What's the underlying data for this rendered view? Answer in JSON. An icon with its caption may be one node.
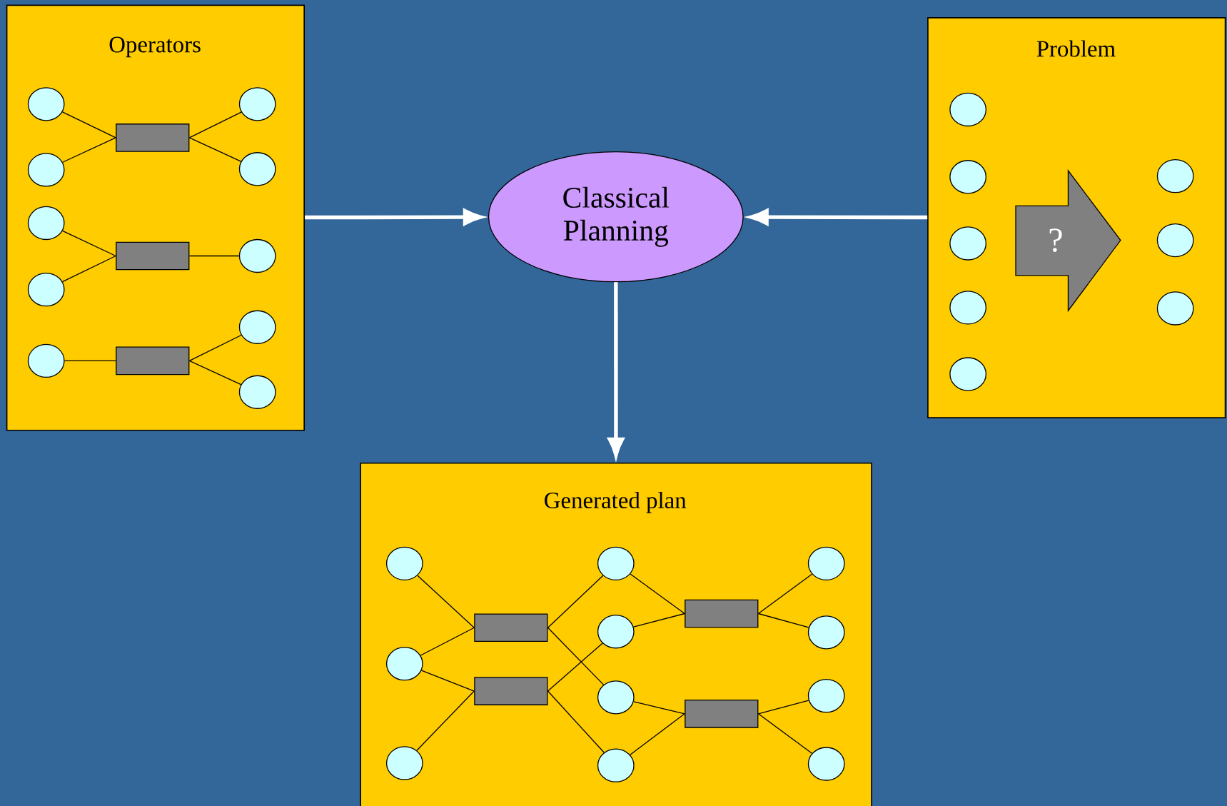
{
  "diagram": {
    "nodes": [
      {
        "text": [
          "Operators"
        ]
      },
      {
        "text": [],
        "shape": "circle",
        "in": 0
      },
      {
        "text": [],
        "shape": "circle",
        "in": 0
      },
      {
        "text": [],
        "shape": "box",
        "in": 0
      },
      {
        "text": [],
        "shape": "circle",
        "in": 0
      },
      {
        "text": [],
        "shape": "circle",
        "in": 0
      },
      {
        "text": [],
        "shape": "circle",
        "in": 0
      },
      {
        "text": [],
        "shape": "circle",
        "in": 0
      },
      {
        "text": [],
        "shape": "box",
        "in": 0
      },
      {
        "text": [],
        "shape": "circle",
        "in": 0
      },
      {
        "text": [],
        "shape": "circle",
        "in": 0
      },
      {
        "text": [],
        "shape": "box",
        "in": 0
      },
      {
        "text": [],
        "shape": "circle",
        "in": 0
      },
      {
        "text": [],
        "shape": "circle",
        "in": 0
      },
      {
        "text": [
          "Classical Planning"
        ]
      },
      {
        "text": [
          "Problem"
        ]
      },
      {
        "text": [],
        "shape": "circle",
        "in": 15
      },
      {
        "text": [],
        "shape": "circle",
        "in": 15
      },
      {
        "text": [],
        "shape": "circle",
        "in": 15
      },
      {
        "text": [],
        "shape": "circle",
        "in": 15
      },
      {
        "text": [],
        "shape": "circle",
        "in": 15
      },
      {
        "text": [
          "?"
        ],
        "in": 15
      },
      {
        "text": [],
        "shape": "circle",
        "in": 15
      },
      {
        "text": [],
        "shape": "circle",
        "in": 15
      },
      {
        "text": [],
        "shape": "circle",
        "in": 15
      },
      {
        "text": [
          "Generated plan"
        ]
      },
      {
        "text": [],
        "shape": "circle",
        "in": 25
      },
      {
        "text": [],
        "shape": "circle",
        "in": 25
      },
      {
        "text": [],
        "shape": "circle",
        "in": 25
      },
      {
        "text": [],
        "shape": "box",
        "in": 25
      },
      {
        "text": [],
        "shape": "box",
        "in": 25
      },
      {
        "text": [],
        "shape": "circle",
        "in": 25
      },
      {
        "text": [],
        "shape": "circle",
        "in": 25
      },
      {
        "text": [],
        "shape": "circle",
        "in": 25
      },
      {
        "text": [],
        "shape": "circle",
        "in": 25
      },
      {
        "text": [],
        "shape": "box",
        "in": 25
      },
      {
        "text": [],
        "shape": "box",
        "in": 25
      },
      {
        "text": [],
        "shape": "circle",
        "in": 25
      },
      {
        "text": [],
        "shape": "circle",
        "in": 25
      },
      {
        "text": [],
        "shape": "circle",
        "in": 25
      },
      {
        "text": [],
        "shape": "circle",
        "in": 25
      }
    ],
    "edges": [
      {
        "from": 1,
        "to": 3,
        "arrow": "none"
      },
      {
        "from": 2,
        "to": 3,
        "arrow": "none"
      },
      {
        "from": 3,
        "to": 4,
        "arrow": "none"
      },
      {
        "from": 3,
        "to": 5,
        "arrow": "none"
      },
      {
        "from": 6,
        "to": 8,
        "arrow": "none"
      },
      {
        "from": 7,
        "to": 8,
        "arrow": "none"
      },
      {
        "from": 8,
        "to": 9,
        "arrow": "none"
      },
      {
        "from": 10,
        "to": 11,
        "arrow": "none"
      },
      {
        "from": 11,
        "to": 12,
        "arrow": "none"
      },
      {
        "from": 11,
        "to": 13,
        "arrow": "none"
      },
      {
        "from": 0,
        "to": 14,
        "arrow": "to",
        "style": "thick",
        "color": "#ffffff"
      },
      {
        "from": 15,
        "to": 14,
        "arrow": "to",
        "style": "thick",
        "color": "#ffffff"
      },
      {
        "from": 14,
        "to": 25,
        "arrow": "to",
        "style": "thick",
        "color": "#ffffff"
      },
      {
        "from": 26,
        "to": 29,
        "arrow": "none"
      },
      {
        "from": 27,
        "to": 29,
        "arrow": "none"
      },
      {
        "from": 27,
        "to": 30,
        "arrow": "none"
      },
      {
        "from": 28,
        "to": 30,
        "arrow": "none"
      },
      {
        "from": 29,
        "to": 31,
        "arrow": "none"
      },
      {
        "from": 29,
        "to": 33,
        "arrow": "none"
      },
      {
        "from": 30,
        "to": 32,
        "arrow": "none"
      },
      {
        "from": 30,
        "to": 34,
        "arrow": "none"
      },
      {
        "from": 31,
        "to": 35,
        "arrow": "none"
      },
      {
        "from": 32,
        "to": 35,
        "arrow": "none"
      },
      {
        "from": 33,
        "to": 36,
        "arrow": "none"
      },
      {
        "from": 34,
        "to": 36,
        "arrow": "none"
      },
      {
        "from": 35,
        "to": 37,
        "arrow": "none"
      },
      {
        "from": 35,
        "to": 38,
        "arrow": "none"
      },
      {
        "from": 36,
        "to": 39,
        "arrow": "none"
      },
      {
        "from": 36,
        "to": 40,
        "arrow": "none"
      }
    ]
  }
}
